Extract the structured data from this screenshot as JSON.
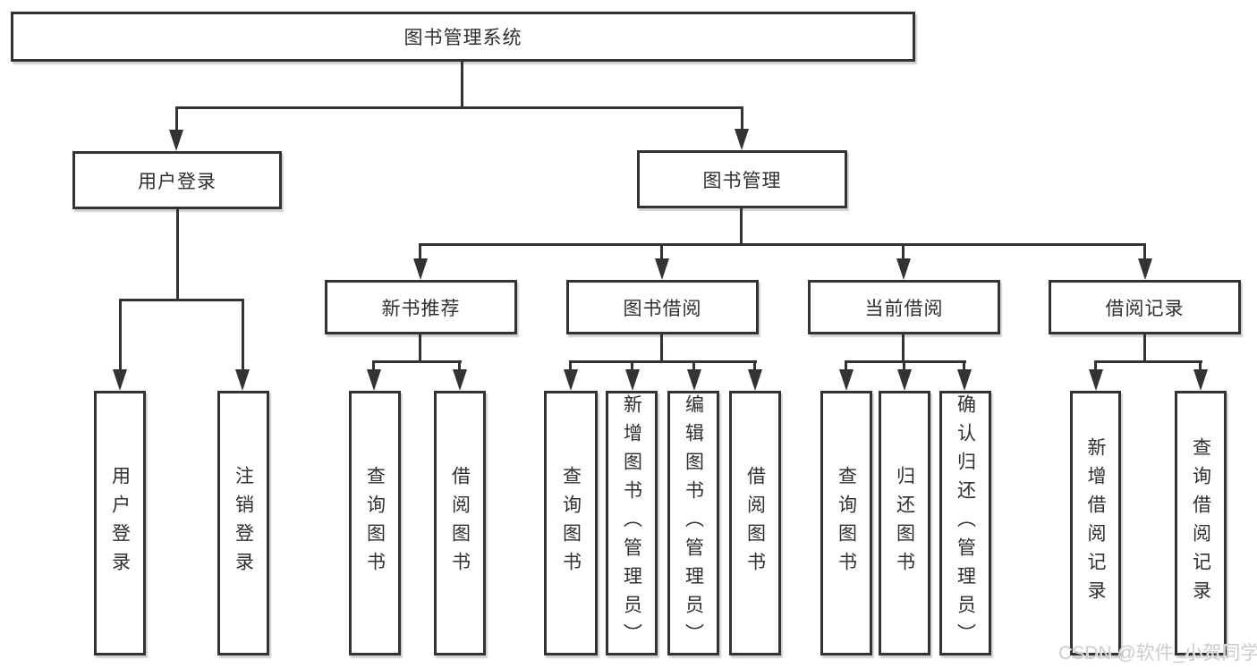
{
  "diagram": {
    "title": "图书管理系统",
    "level2": [
      {
        "label": "用户登录"
      },
      {
        "label": "图书管理"
      }
    ],
    "level3": [
      {
        "label": "新书推荐"
      },
      {
        "label": "图书借阅"
      },
      {
        "label": "当前借阅"
      },
      {
        "label": "借阅记录"
      }
    ],
    "leaves": [
      {
        "label": "用户登录",
        "parent": "用户登录"
      },
      {
        "label": "注销登录",
        "parent": "用户登录"
      },
      {
        "label": "查询图书",
        "parent": "新书推荐"
      },
      {
        "label": "借阅图书",
        "parent": "新书推荐"
      },
      {
        "label": "查询图书",
        "parent": "图书借阅"
      },
      {
        "label": "新增图书（管理员）",
        "parent": "图书借阅"
      },
      {
        "label": "编辑图书（管理员）",
        "parent": "图书借阅"
      },
      {
        "label": "借阅图书",
        "parent": "图书借阅"
      },
      {
        "label": "查询图书",
        "parent": "当前借阅"
      },
      {
        "label": "归还图书",
        "parent": "当前借阅"
      },
      {
        "label": "确认归还（管理员）",
        "parent": "当前借阅"
      },
      {
        "label": "新增借阅记录",
        "parent": "借阅记录"
      },
      {
        "label": "查询借阅记录",
        "parent": "借阅记录"
      }
    ]
  },
  "watermark": "CSDN @软件_小贺同学",
  "colors": {
    "line": "#333333",
    "text": "#2f2f2f",
    "background": "#ffffff",
    "watermark": "#cccccc"
  }
}
